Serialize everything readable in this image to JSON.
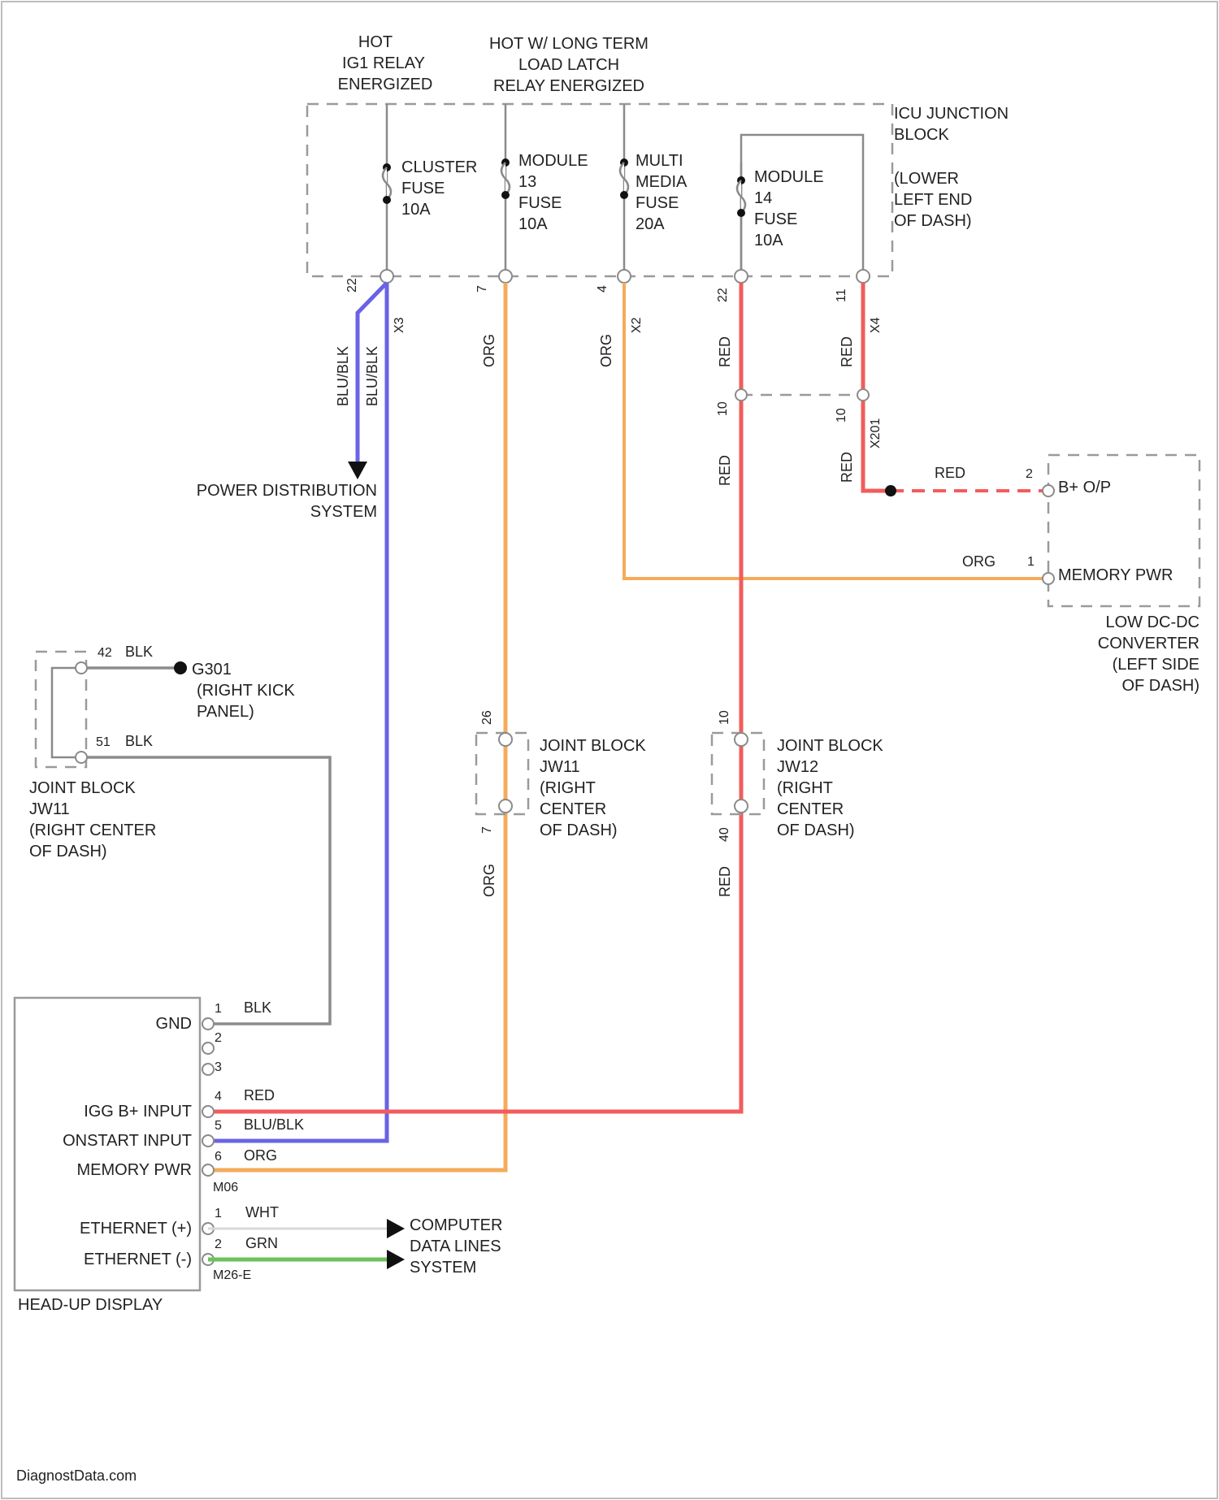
{
  "colors": {
    "blu_blk": "#6a63e6",
    "org": "#f5ab5a",
    "red": "#f25c5c",
    "blk": "#8c8c8c",
    "grn": "#6cc25a",
    "wht": "#d8d8d8",
    "outline": "#9a9a9a"
  },
  "sources": {
    "hot_ig1": [
      "HOT",
      "IG1 RELAY",
      "ENERGIZED"
    ],
    "hot_long_term": [
      "HOT W/ LONG TERM",
      "LOAD LATCH",
      "RELAY ENERGIZED"
    ]
  },
  "icu_block": {
    "label": [
      "ICU JUNCTION",
      "BLOCK",
      "(LOWER",
      "LEFT END",
      "OF DASH)"
    ]
  },
  "fuses": [
    {
      "label": [
        "CLUSTER",
        "FUSE",
        "10A"
      ],
      "pin": "22",
      "connector": "X3"
    },
    {
      "label": [
        "MODULE",
        "13",
        "FUSE",
        "10A"
      ],
      "pin": "7",
      "connector": ""
    },
    {
      "label": [
        "MULTI",
        "MEDIA",
        "FUSE",
        "20A"
      ],
      "pin": "4",
      "connector": "X2"
    },
    {
      "label": [
        "MODULE",
        "14",
        "FUSE",
        "10A"
      ],
      "pin": "22",
      "connector": ""
    },
    {
      "label": [],
      "pin": "11",
      "connector": "X4"
    }
  ],
  "wires": {
    "blu_blk_left": "BLU/BLK",
    "blu_blk_right": "BLU/BLK",
    "org_1": "ORG",
    "org_2": "ORG",
    "red_1": "RED",
    "red_2": "RED",
    "red_3": "RED",
    "red_4": "RED",
    "red_5": "RED",
    "red_h": "RED",
    "org_h": "ORG",
    "org_3": "ORG",
    "blk_1": "BLK",
    "blk_2": "BLK",
    "blk_3": "BLK"
  },
  "inline": {
    "pin_a": "10",
    "pin_b": "10",
    "connector": "X201"
  },
  "power_dist": [
    "POWER DISTRIBUTION",
    "SYSTEM"
  ],
  "converter": {
    "pins": [
      {
        "num": "2",
        "label": "B+ O/P"
      },
      {
        "num": "1",
        "label": "MEMORY PWR"
      }
    ],
    "name": [
      "LOW DC-DC",
      "CONVERTER",
      "(LEFT SIDE",
      "OF DASH)"
    ]
  },
  "ground": {
    "pin_top": "42",
    "pin_bottom": "51",
    "name": [
      "G301",
      "(RIGHT KICK",
      "PANEL)"
    ],
    "joint_name": [
      "JOINT BLOCK",
      "JW11",
      "(RIGHT CENTER",
      "OF DASH)"
    ]
  },
  "joint_jw11": {
    "name": [
      "JOINT BLOCK",
      "JW11",
      "(RIGHT",
      "CENTER",
      "OF DASH)"
    ],
    "pin_top": "26",
    "pin_bottom": "7"
  },
  "joint_jw12": {
    "name": [
      "JOINT BLOCK",
      "JW12",
      "(RIGHT",
      "CENTER",
      "OF DASH)"
    ],
    "pin_top": "10",
    "pin_bottom": "40"
  },
  "hud": {
    "name": "HEAD-UP DISPLAY",
    "connector_1": "M06",
    "connector_2": "M26-E",
    "pins": [
      {
        "num": "1",
        "label": "GND",
        "wire": "BLK"
      },
      {
        "num": "2",
        "label": "",
        "wire": ""
      },
      {
        "num": "3",
        "label": "",
        "wire": ""
      },
      {
        "num": "4",
        "label": "",
        "wire": "RED"
      },
      {
        "num": "",
        "label": "IGG B+ INPUT",
        "wire": ""
      },
      {
        "num": "5",
        "label": "ONSTART INPUT",
        "wire": "BLU/BLK"
      },
      {
        "num": "6",
        "label": "MEMORY PWR",
        "wire": "ORG"
      }
    ],
    "eth_pins": [
      {
        "num": "1",
        "label": "ETHERNET (+)",
        "wire": "WHT"
      },
      {
        "num": "2",
        "label": "ETHERNET (-)",
        "wire": "GRN"
      }
    ]
  },
  "computer_data": [
    "COMPUTER",
    "DATA LINES",
    "SYSTEM"
  ],
  "footer": "DiagnostData.com"
}
